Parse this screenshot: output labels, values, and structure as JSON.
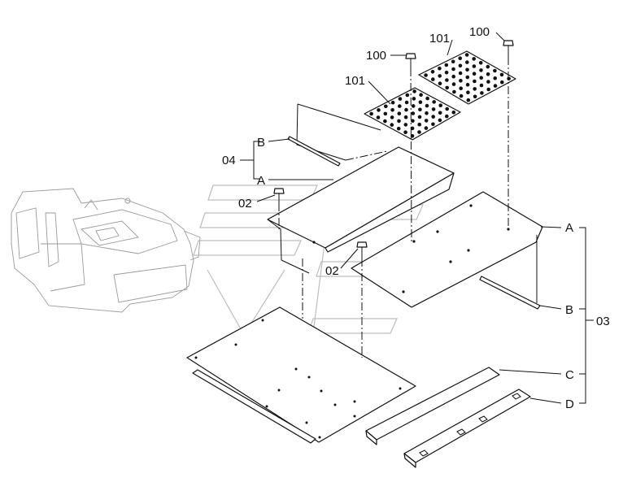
{
  "labels": {
    "p100_top_right": "100",
    "p100_top_left": "100",
    "p101_right": "101",
    "p101_left": "101",
    "p04": "04",
    "p02_upper": "02",
    "p02_lower": "02",
    "p03": "03",
    "ref_b_left": "B",
    "ref_a_left": "A",
    "ref_a_right": "A",
    "ref_b_right": "B",
    "ref_c": "C",
    "ref_d": "D"
  },
  "colors": {
    "line": "#111111",
    "ghost": "#9a9a9a",
    "watermark": "#bdbdbd",
    "background": "#ffffff"
  }
}
